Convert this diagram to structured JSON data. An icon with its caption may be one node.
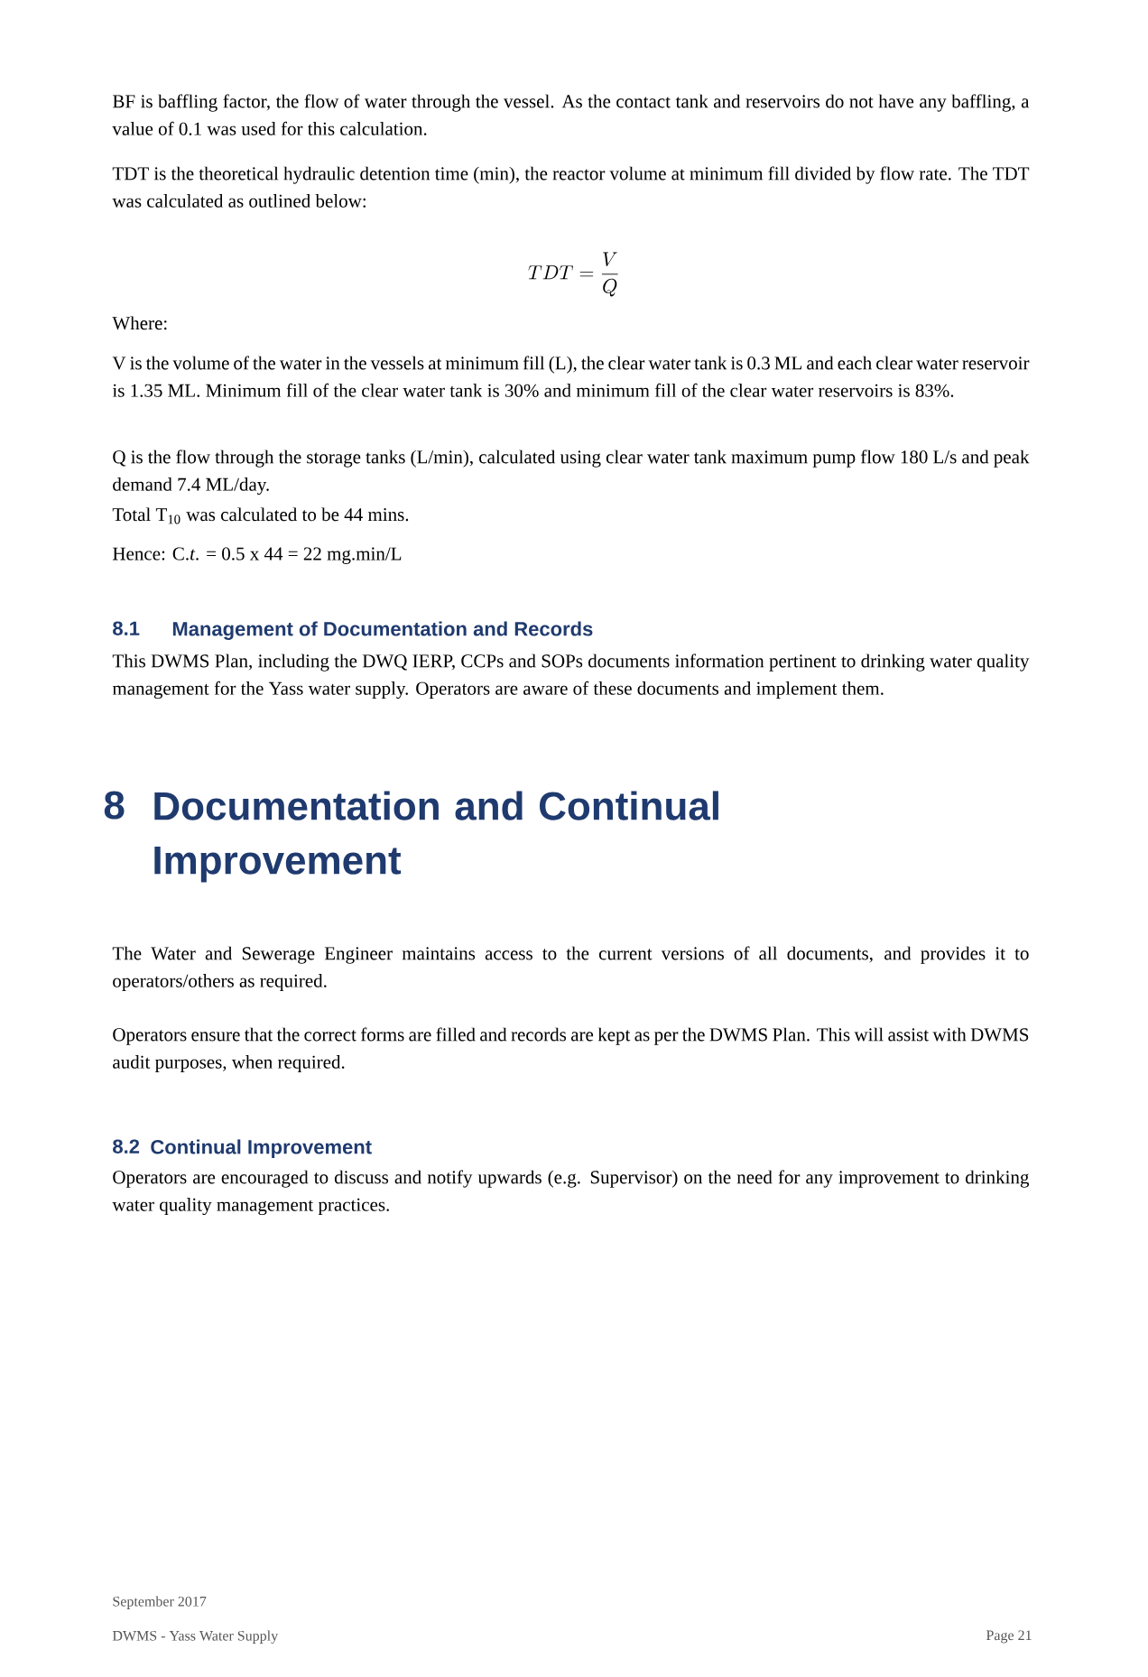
{
  "diagram": {
    "labels": [
      "BF is baffling factor, the flow of water through the vessel. As the contact tank and reservoirs do not have any baffling, a value of 0.1 was used for this calculation.",
      "TDT is the theoretical hydraulic detention time (min), the reactor volume at minimum fill divided by flow rate. The TDT was calculated as outlined below:",
      "TDT = \\frac{V}{Q}",
      "Where:",
      "V is the volume of the water in the vessels at minimum fill (L), the clear water tank is 0.3 ML and each clear water reservoir is 1.35 ML. Minimum fill of the clear water tank is 30% and minimum fill of the clear water reservoirs is 83%.",
      "Q is the flow through the storage tanks (L/min), calculated using clear water tank maximum pump flow 180 L/s and peak demand 7.4 ML/day.",
      "Total T$_{10}$ was calculated to be 44 mins.",
      "Hence: C.*t*. = 0.5 x 44 = 22 mg.min/L",
      "8.1",
      "Management of Documentation and Records",
      "This DWMS Plan, including the DWQ IERP, CCPs and SOPs documents information pertinent to drinking water quality management for the Yass water supply. Operators are aware of these documents and implement them.",
      "8",
      "Documentation and Continual Improvement",
      "The Water and Sewerage Engineer maintains access to the current versions of all documents, and provides it to operators/others as required.",
      "Operators ensure that the correct forms are filled and records are kept as per the DWMS Plan. This will assist with DWMS audit purposes, when required.",
      "8.2",
      "Continual Improvement",
      "Operators are encouraged to discuss and notify upwards (e.g. Supervisor) on the need for any improvement to drinking water quality management practices.",
      "September 2017",
      "DWMS - Yass Water Supply",
      "Page 21"
    ]
  }
}
